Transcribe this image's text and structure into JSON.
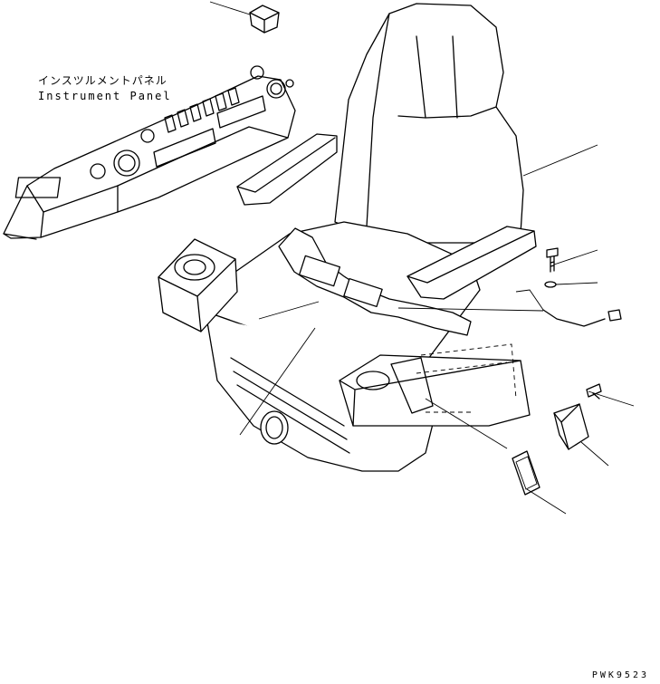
{
  "labels": {
    "instrument_panel_jp": "インスツルメントパネル",
    "instrument_panel_en": "Instrument Panel",
    "drawing_code": "PWK9523"
  },
  "colors": {
    "line": "#000000",
    "background": "#ffffff"
  }
}
